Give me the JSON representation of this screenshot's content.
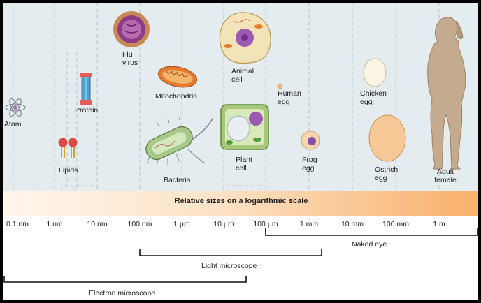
{
  "band_title": "Relative sizes on a logarithmic scale",
  "organisms": {
    "atom": "Atom",
    "lipids": "Lipids",
    "protein": "Protein",
    "flu_virus": [
      "Flu",
      "virus"
    ],
    "mitochondria": "Mitochondria",
    "bacteria": "Bacteria",
    "animal_cell": [
      "Animal",
      "cell"
    ],
    "plant_cell": [
      "Plant",
      "cell"
    ],
    "human_egg": [
      "Human",
      "egg"
    ],
    "frog_egg": [
      "Frog",
      "egg"
    ],
    "chicken_egg": [
      "Chicken",
      "egg"
    ],
    "ostrich_egg": [
      "Ostrich",
      "egg"
    ],
    "adult_female": [
      "Adult",
      "female"
    ]
  },
  "scale_ticks": [
    "0.1 nm",
    "1 nm",
    "10 nm",
    "100 nm",
    "1 µm",
    "10 µm",
    "100 µm",
    "1 mm",
    "10 mm",
    "100 mm",
    "1 m"
  ],
  "ranges": {
    "naked_eye": "Naked eye",
    "light_microscope": "Light microscope",
    "electron_microscope": "Electron microscope"
  },
  "colors": {
    "background_upper": "#e5ecef",
    "tick": "#e02020",
    "band_start": "#fff6ee",
    "band_end": "#f9b06a"
  }
}
